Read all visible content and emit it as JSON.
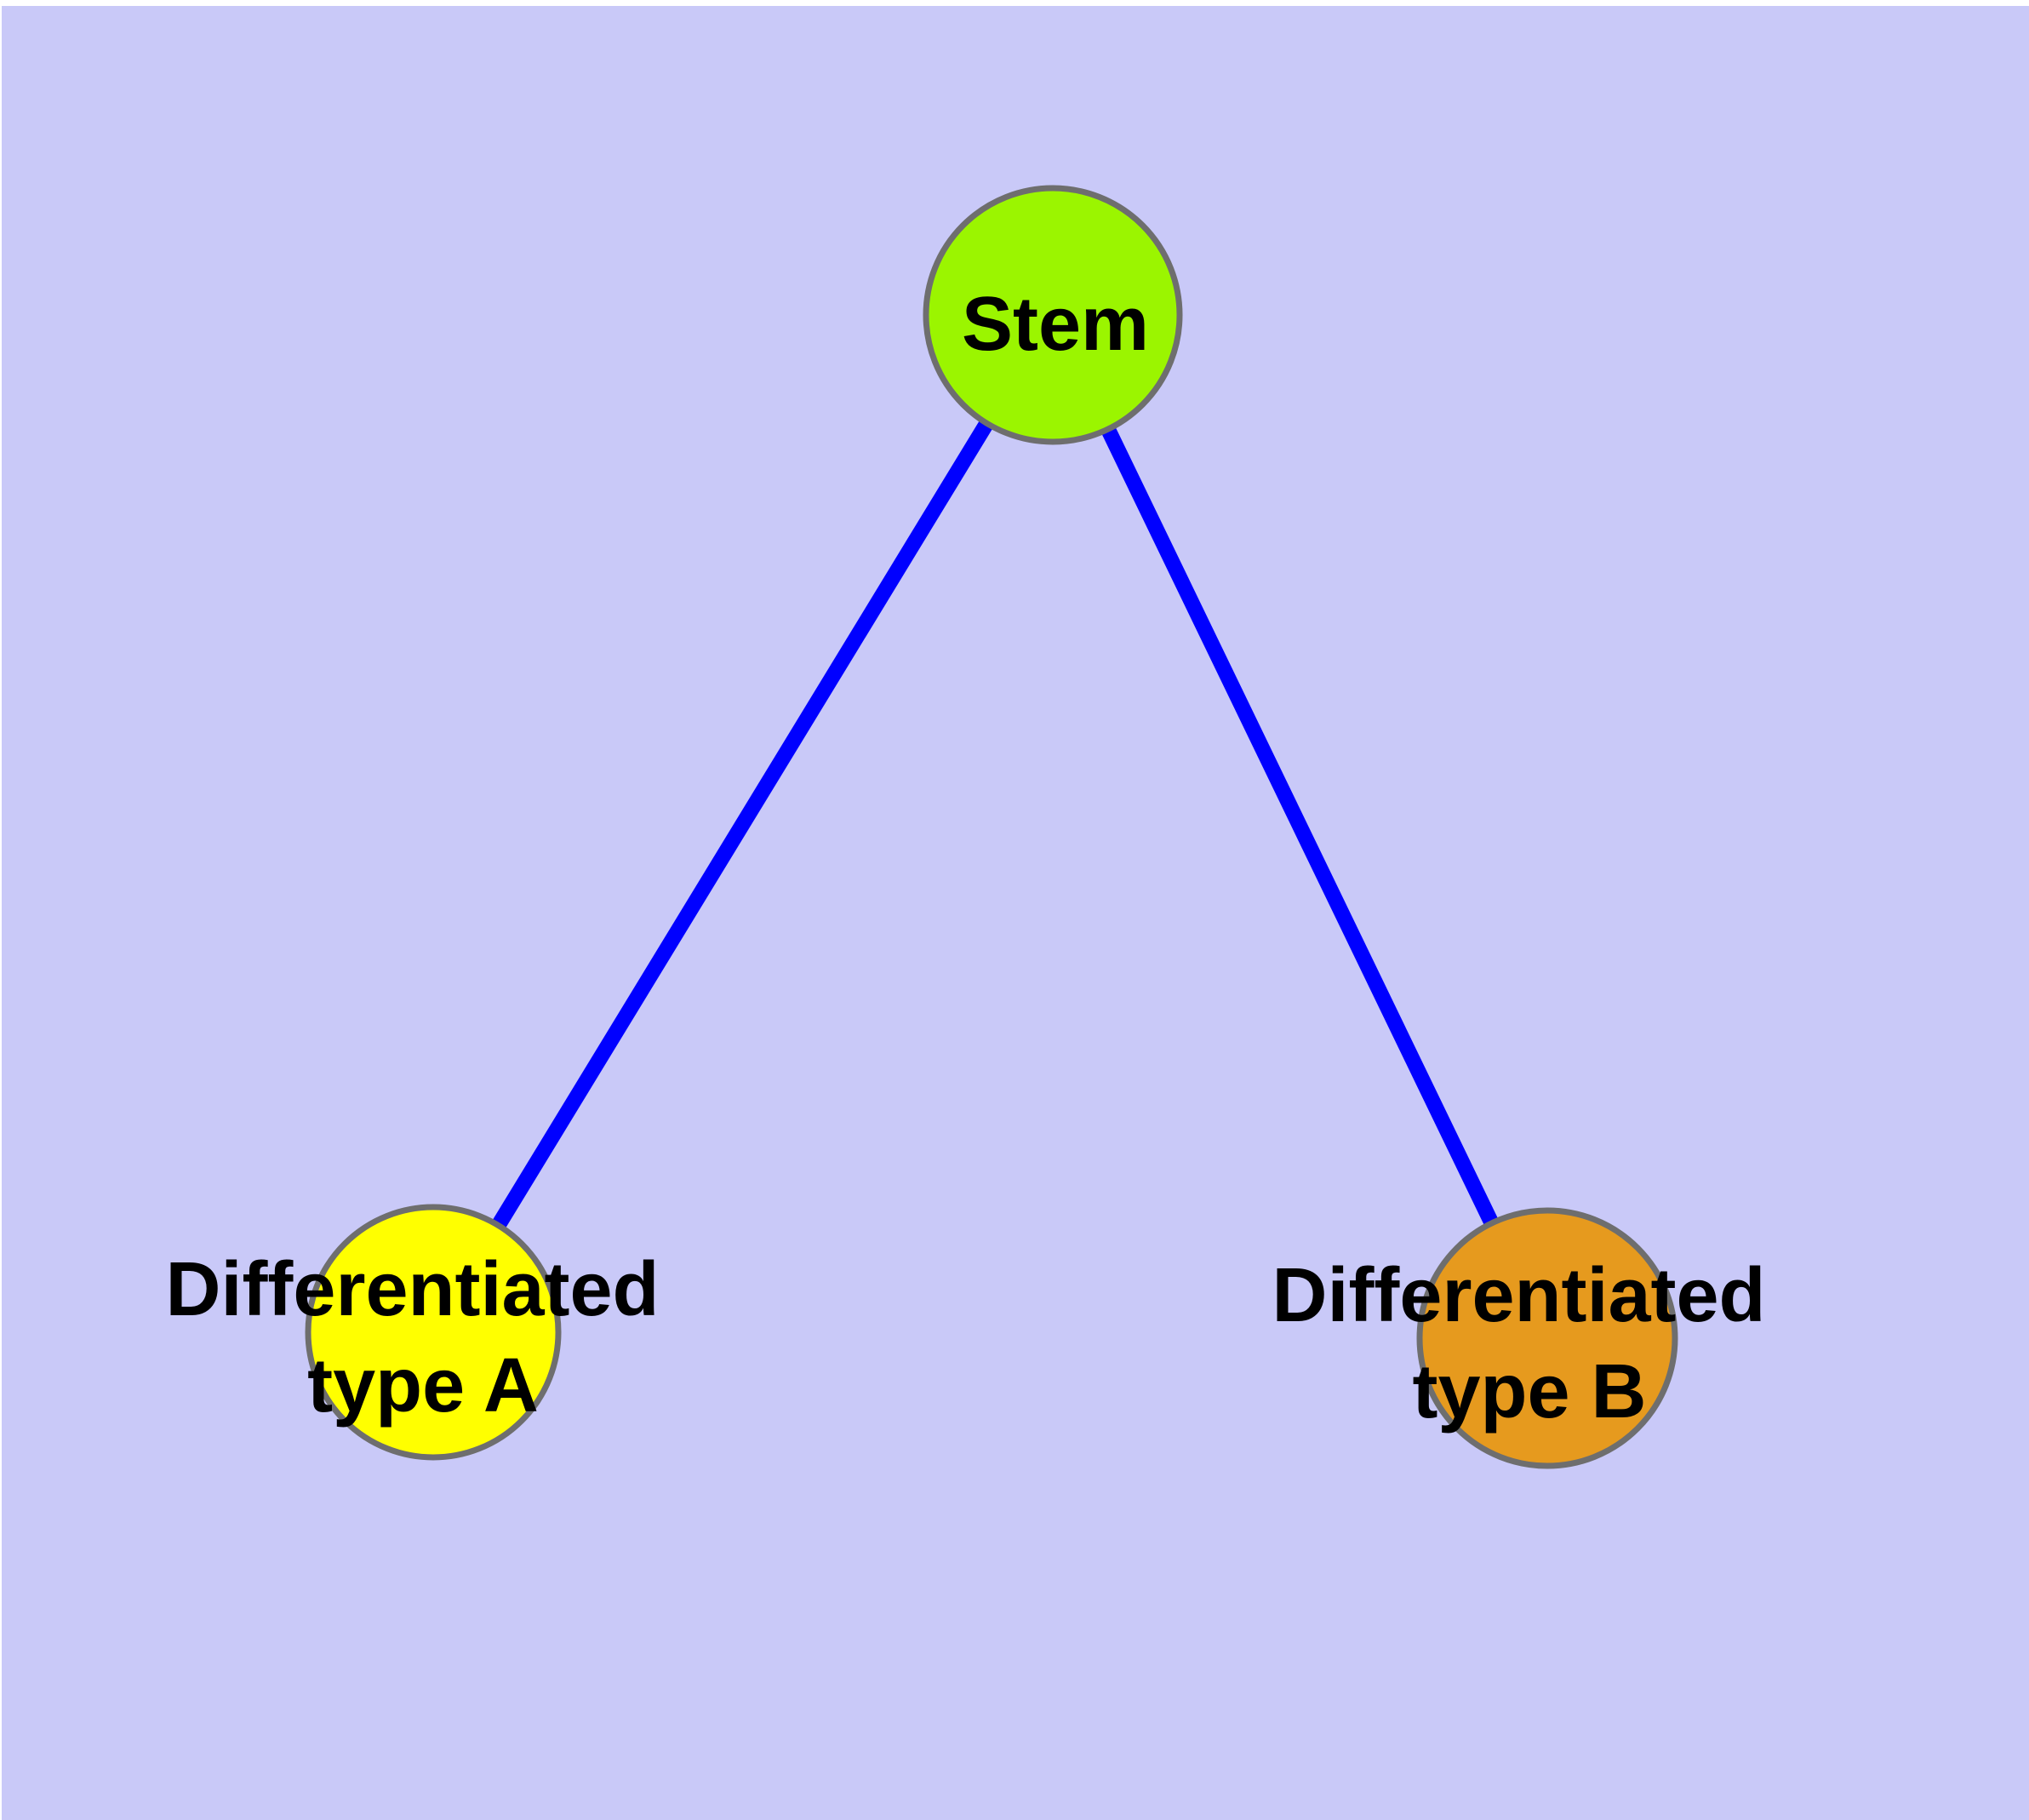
{
  "diagram": {
    "type": "node-link-graph",
    "margin_color": "#ffffff",
    "background_color": "#c9c9f8",
    "edge_color": "#0000ff",
    "node_border_color": "#6e6e6e",
    "label_color": "#000000",
    "nodes": [
      {
        "id": "stem",
        "label": "Stem",
        "label_line1": "Stem",
        "label_line2": "",
        "fill": "#9bf500"
      },
      {
        "id": "diff_a",
        "label": "Differentiated type A",
        "label_line1": "Differentiated",
        "label_line2": "type A",
        "fill": "#ffff00"
      },
      {
        "id": "diff_b",
        "label": "Differentiated type B",
        "label_line1": "Differentiated",
        "label_line2": "type B",
        "fill": "#e69a1e"
      }
    ],
    "edges": [
      {
        "from": "stem",
        "to": "diff_a"
      },
      {
        "from": "stem",
        "to": "diff_b"
      }
    ]
  }
}
